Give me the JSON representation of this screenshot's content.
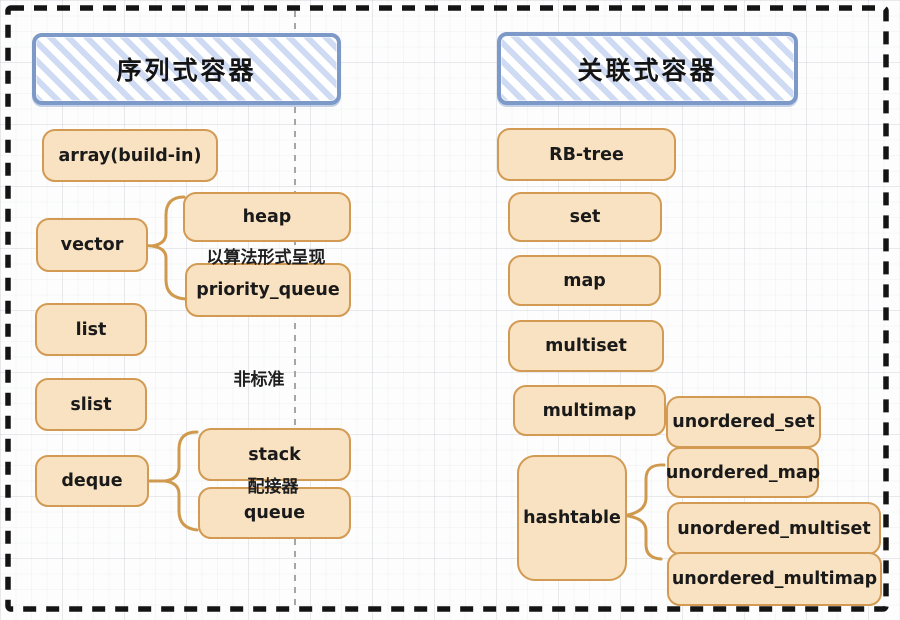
{
  "diagram": {
    "sections": {
      "sequence": {
        "title": "序列式容器",
        "nodes": {
          "array": "array(build-in)",
          "vector": "vector",
          "heap": "heap",
          "priority_queue": "priority_queue",
          "list": "list",
          "slist": "slist",
          "deque": "deque",
          "stack": "stack",
          "queue": "queue"
        },
        "notes": {
          "algorithm": "以算法形式呈现",
          "nonstandard": "非标准",
          "adapter": "配接器"
        }
      },
      "associative": {
        "title": "关联式容器",
        "nodes": {
          "rb_tree": "RB-tree",
          "set": "set",
          "map": "map",
          "multiset": "multiset",
          "multimap": "multimap",
          "hashtable": "hashtable",
          "unordered_set": "unordered_set",
          "unordered_map": "unordered_map",
          "unordered_multiset": "unordered_multiset",
          "unordered_multimap": "unordered_multimap"
        }
      }
    },
    "colors": {
      "node_fill": "#f9e2c1",
      "node_border": "#d29a52",
      "header_stripe": "#cfdaf3",
      "header_border": "#7d99c8",
      "text": "#1a1a1a",
      "divider": "#a6a6a6",
      "frame": "#141414"
    }
  }
}
